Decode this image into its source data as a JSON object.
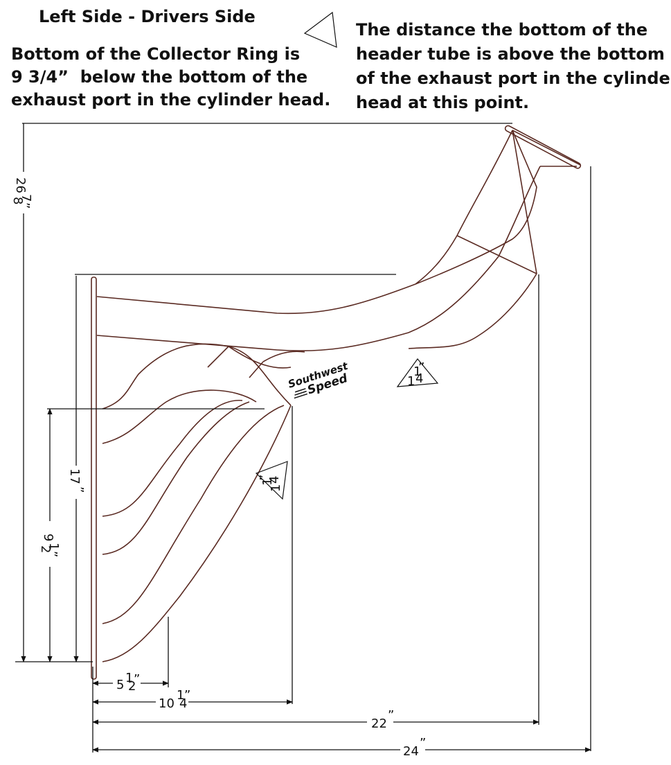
{
  "title": "Left Side - Drivers Side",
  "note_left": "Bottom of the Collector Ring is\n9 3/4”  below the bottom of the\nexhaust port in the cylinder head.",
  "note_right": "The distance the bottom of the\nheader tube is above the bottom\nof the exhaust port in the cylinder\nhead at this point.",
  "legend_icon": "triangle-icon",
  "logo_text": [
    "Southwest",
    "Speed"
  ],
  "dimensions": {
    "overall_height": {
      "whole": "26",
      "num": "7",
      "den": "8",
      "unit": "”"
    },
    "height_17": {
      "whole": "17",
      "unit": "”"
    },
    "height_9_half": {
      "whole": "9",
      "num": "1",
      "den": "2",
      "unit": "”"
    },
    "width_5_half": {
      "whole": "5",
      "num": "1",
      "den": "2",
      "unit": "”"
    },
    "width_10_quarter": {
      "whole": "10",
      "num": "1",
      "den": "4",
      "unit": "”"
    },
    "width_22": {
      "whole": "22",
      "unit": "”"
    },
    "width_24": {
      "whole": "24",
      "unit": "”"
    }
  },
  "tube_heights": [
    {
      "whole": "1",
      "num": "1",
      "den": "4",
      "unit": "”"
    },
    {
      "whole": "1",
      "num": "1",
      "den": "4",
      "unit": "”"
    }
  ],
  "colors": {
    "tube_outline": "#5a2a22",
    "dimension_line": "#111111"
  }
}
